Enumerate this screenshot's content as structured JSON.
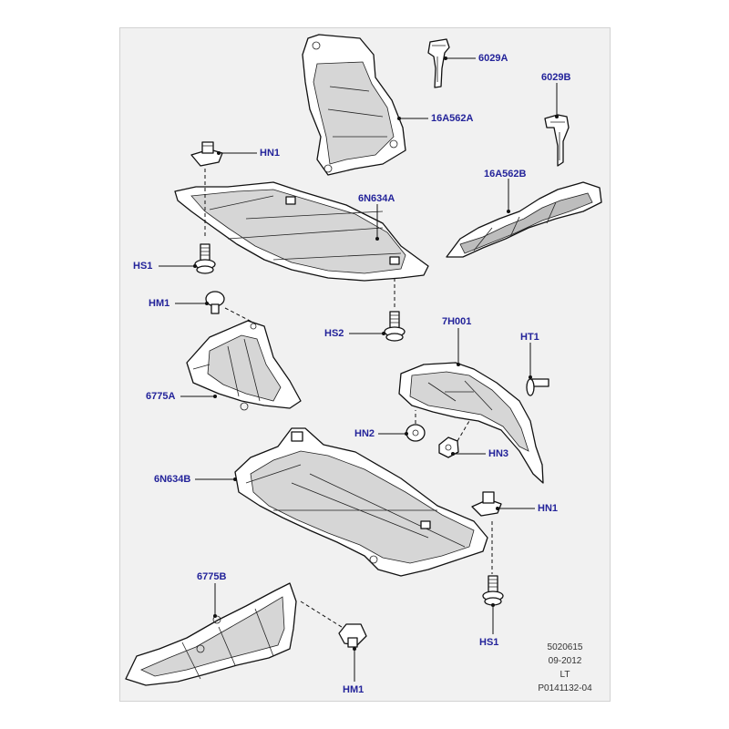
{
  "labels": {
    "p6029A": "6029A",
    "p6029B": "6029B",
    "p16A562A": "16A562A",
    "p16A562B": "16A562B",
    "hn1_top": "HN1",
    "p6N634A": "6N634A",
    "hs1_top": "HS1",
    "hm1_top": "HM1",
    "hs2": "HS2",
    "p7H001": "7H001",
    "ht1": "HT1",
    "p6775A": "6775A",
    "hn2": "HN2",
    "hn3": "HN3",
    "p6N634B": "6N634B",
    "hn1_bottom": "HN1",
    "p6775B": "6775B",
    "hs1_bottom": "HS1",
    "hm1_bottom": "HM1"
  },
  "footer": {
    "code": "5020615",
    "date": "09-2012",
    "variant": "LT",
    "ref": "P0141132-04"
  },
  "colors": {
    "label_text": "#23239a",
    "panel_bg": "#f1f1f1"
  }
}
